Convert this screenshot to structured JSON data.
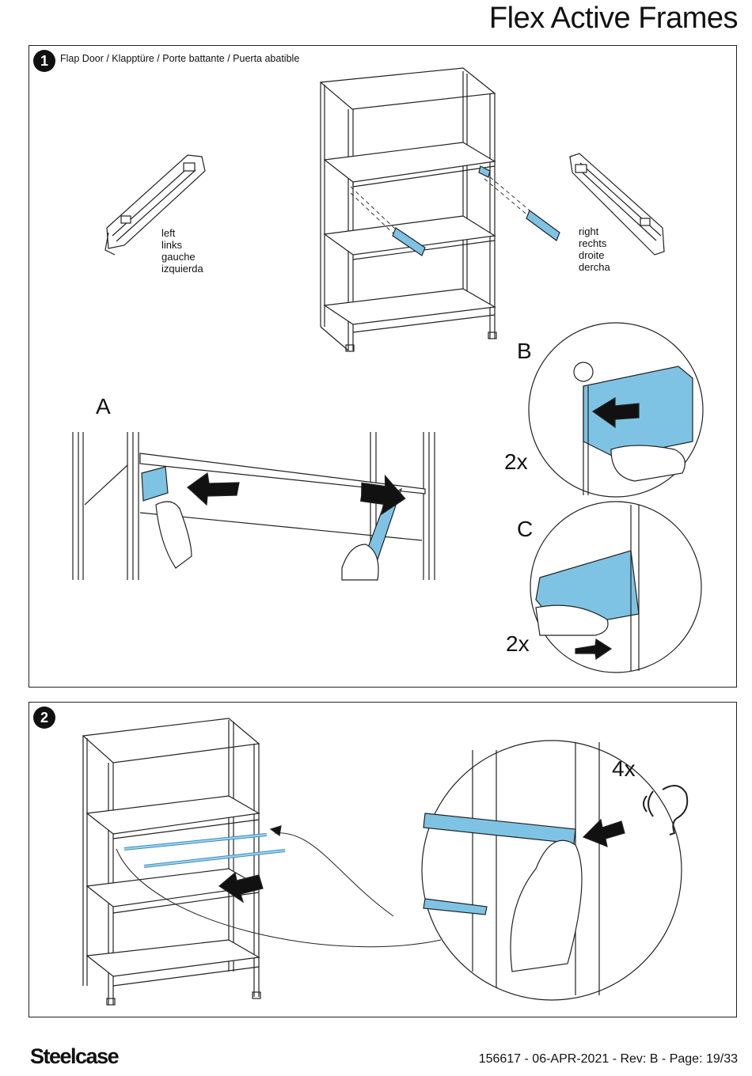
{
  "header": {
    "title": "Flex Active Frames"
  },
  "step1": {
    "number": "1",
    "caption": "Flap Door / Klapptüre / Porte battante / Puerta abatible",
    "left_label": [
      "left",
      "links",
      "gauche",
      "izquierda"
    ],
    "right_label": [
      "right",
      "rechts",
      "droite",
      "dercha"
    ],
    "detail_a": "A",
    "detail_b": "B",
    "detail_c": "C",
    "count_b": "2x",
    "count_c": "2x"
  },
  "step2": {
    "number": "2",
    "count": "4x"
  },
  "footer": {
    "brand": "Steelcase",
    "info": "156617 - 06-APR-2021 - Rev: B - Page: 19/33"
  },
  "colors": {
    "accent": "#7fc3e4",
    "line": "#222222"
  }
}
